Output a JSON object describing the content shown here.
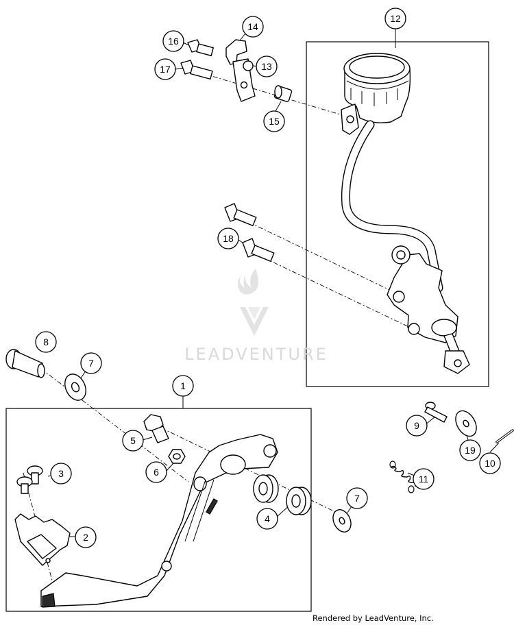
{
  "watermark": {
    "text": "LEADVENTURE"
  },
  "footer": {
    "text": "Rendered by LeadVenture, Inc."
  },
  "callouts": [
    {
      "id": "callout-1",
      "label": "1"
    },
    {
      "id": "callout-2",
      "label": "2"
    },
    {
      "id": "callout-3",
      "label": "3"
    },
    {
      "id": "callout-4",
      "label": "4"
    },
    {
      "id": "callout-5",
      "label": "5"
    },
    {
      "id": "callout-6",
      "label": "6"
    },
    {
      "id": "callout-7-top",
      "label": "7"
    },
    {
      "id": "callout-7-bottom",
      "label": "7"
    },
    {
      "id": "callout-8",
      "label": "8"
    },
    {
      "id": "callout-9",
      "label": "9"
    },
    {
      "id": "callout-10",
      "label": "10"
    },
    {
      "id": "callout-11",
      "label": "11"
    },
    {
      "id": "callout-12",
      "label": "12"
    },
    {
      "id": "callout-13",
      "label": "13"
    },
    {
      "id": "callout-14",
      "label": "14"
    },
    {
      "id": "callout-15",
      "label": "15"
    },
    {
      "id": "callout-16",
      "label": "16"
    },
    {
      "id": "callout-17",
      "label": "17"
    },
    {
      "id": "callout-18",
      "label": "18"
    },
    {
      "id": "callout-19",
      "label": "19"
    }
  ]
}
